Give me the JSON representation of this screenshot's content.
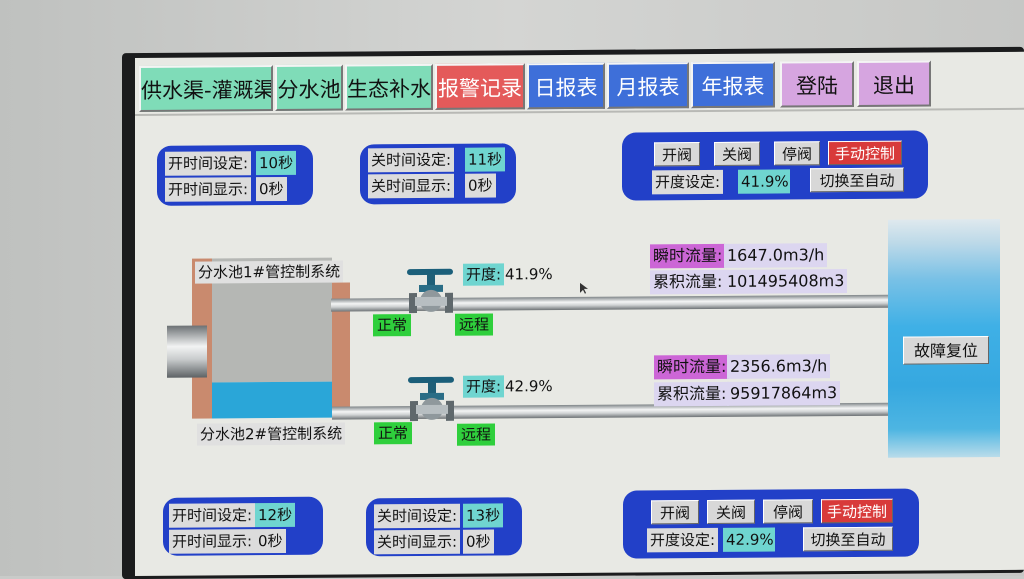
{
  "tabs": [
    {
      "label": "供水渠-灌溉渠",
      "style": "green"
    },
    {
      "label": "分水池",
      "style": "green"
    },
    {
      "label": "生态补水",
      "style": "green"
    },
    {
      "label": "报警记录",
      "style": "red"
    },
    {
      "label": "日报表",
      "style": "blue"
    },
    {
      "label": "月报表",
      "style": "blue"
    },
    {
      "label": "年报表",
      "style": "blue"
    },
    {
      "label": "登陆",
      "style": "pink"
    },
    {
      "label": "退出",
      "style": "pink"
    }
  ],
  "timers": {
    "top_open": {
      "set_label": "开时间设定:",
      "set_value": "10秒",
      "show_label": "开时间显示:",
      "show_value": "0秒"
    },
    "top_close": {
      "set_label": "关时间设定:",
      "set_value": "11秒",
      "show_label": "关时间显示:",
      "show_value": "0秒"
    },
    "bottom_open": {
      "set_label": "开时间设定:",
      "set_value": "12秒",
      "show_label": "开时间显示:",
      "show_value": "0秒"
    },
    "bottom_close": {
      "set_label": "关时间设定:",
      "set_value": "13秒",
      "show_label": "关时间显示:",
      "show_value": "0秒"
    }
  },
  "controls": {
    "top": {
      "open": "开阀",
      "close": "关阀",
      "stop": "停阀",
      "manual": "手动控制",
      "opening_label": "开度设定:",
      "opening_value": "41.9%",
      "auto": "切换至自动"
    },
    "bottom": {
      "open": "开阀",
      "close": "关阀",
      "stop": "停阀",
      "manual": "手动控制",
      "opening_label": "开度设定:",
      "opening_value": "42.9%",
      "auto": "切换至自动"
    }
  },
  "tank": {
    "line1_label": "分水池1#管控制系统",
    "line2_label": "分水池2#管控制系统"
  },
  "lines": [
    {
      "opening_label": "开度:",
      "opening_value": "41.9%",
      "status_normal": "正常",
      "status_remote": "远程",
      "instant_label": "瞬时流量:",
      "instant_value": "1647.0m3/h",
      "total_label": "累积流量:",
      "total_value": "101495408m3"
    },
    {
      "opening_label": "开度:",
      "opening_value": "42.9%",
      "status_normal": "正常",
      "status_remote": "远程",
      "instant_label": "瞬时流量:",
      "instant_value": "2356.6m3/h",
      "total_label": "累积流量:",
      "total_value": "95917864m3"
    }
  ],
  "fault_reset": "故障复位",
  "colors": {
    "panel": "#2240c8",
    "value_bg": "#6fd5d0",
    "status_green": "#2fcf3c",
    "manual_red": "#d83a3a",
    "water": "#2aa6d8"
  },
  "icons": [
    "valve-icon",
    "mouse-cursor-icon"
  ]
}
